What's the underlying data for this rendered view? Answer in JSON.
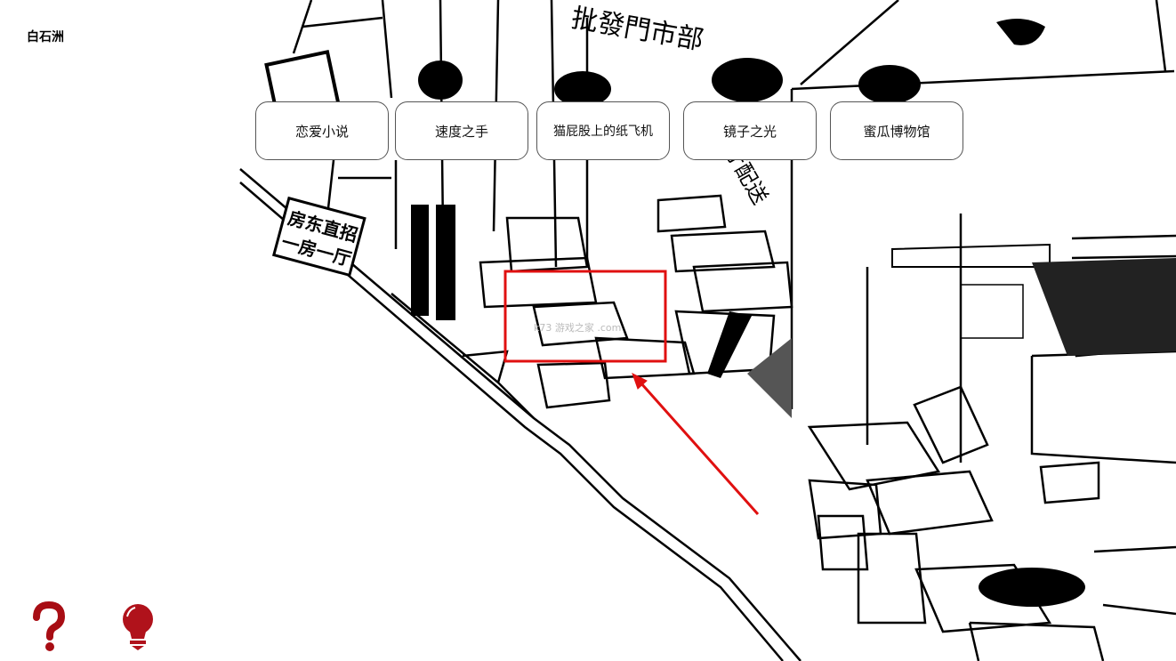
{
  "location_title": "白石洲",
  "targets": [
    {
      "label": "恋爱小说"
    },
    {
      "label": "速度之手"
    },
    {
      "label": "猫屁股上的纸飞机"
    },
    {
      "label": "镜子之光"
    },
    {
      "label": "蜜瓜博物馆"
    }
  ],
  "scene": {
    "sign_line1": "房东直招",
    "sign_line2": "一房一厅",
    "shop_banner": "批發門市部",
    "delivery_sign": "厅配送",
    "watermark": "k73 游戏之家 .com"
  },
  "controls": {
    "help_icon": "question-mark-icon",
    "hint_icon": "lightbulb-icon"
  },
  "colors": {
    "accent_red": "#b0121b",
    "highlight_red": "#e01010",
    "ink": "#000000",
    "paper": "#ffffff"
  }
}
